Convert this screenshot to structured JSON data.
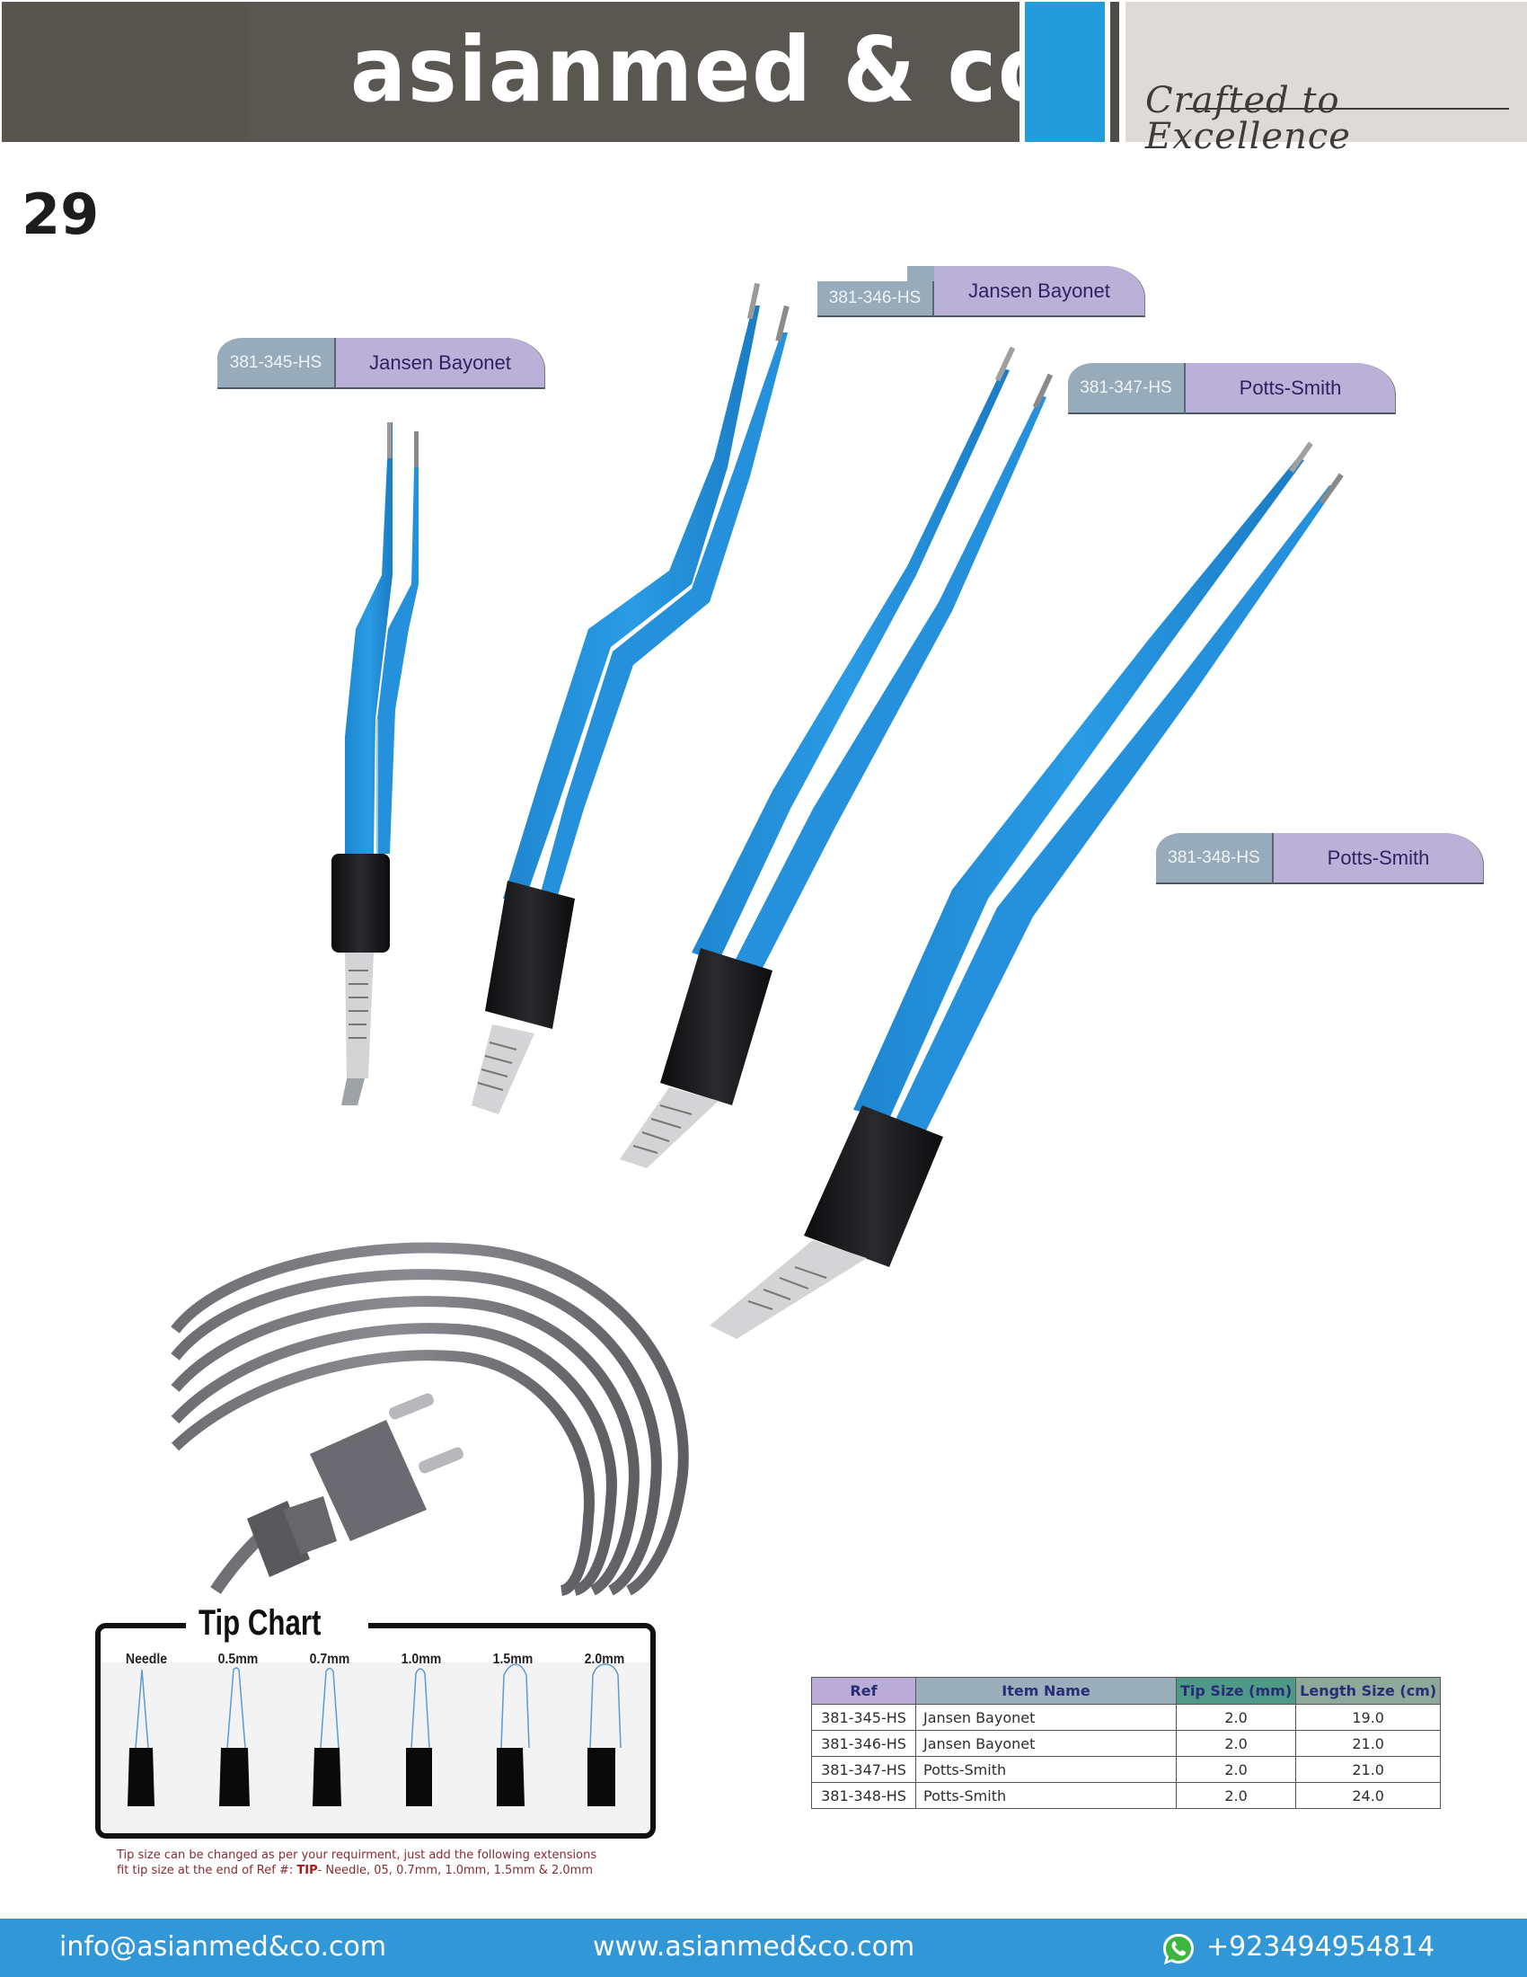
{
  "header": {
    "brand": "asianmed & co",
    "tagline": "Crafted to Excellence",
    "colors": {
      "dark": "#58554f",
      "accent_blue": "#239cdb",
      "light": "#dedad7"
    }
  },
  "page_number": "29",
  "products": [
    {
      "ref": "381-345-HS",
      "name": "Jansen Bayonet"
    },
    {
      "ref": "381-346-HS",
      "name": "Jansen Bayonet"
    },
    {
      "ref": "381-347-HS",
      "name": "Potts-Smith"
    },
    {
      "ref": "381-348-HS",
      "name": "Potts-Smith"
    }
  ],
  "images": {
    "forceps": "bipolar-forceps-blue",
    "cable": "bipolar-cable-grey"
  },
  "tip_chart": {
    "title": "Tip Chart",
    "sizes": [
      "Needle",
      "0.5mm",
      "0.7mm",
      "1.0mm",
      "1.5mm",
      "2.0mm"
    ],
    "note_line1": "Tip size can be changed as per your requirment, just add the following extensions",
    "note_line2_prefix": "fit tip size at the end of Ref #: ",
    "note_line2_bold": "TIP",
    "note_line2_suffix": "- Needle, 05, 0.7mm, 1.0mm, 1.5mm & 2.0mm"
  },
  "spec_table": {
    "headers": [
      "Ref",
      "Item Name",
      "Tip Size (mm)",
      "Length Size (cm)"
    ],
    "rows": [
      [
        "381-345-HS",
        "Jansen Bayonet",
        "2.0",
        "19.0"
      ],
      [
        "381-346-HS",
        "Jansen Bayonet",
        "2.0",
        "21.0"
      ],
      [
        "381-347-HS",
        "Potts-Smith",
        "2.0",
        "21.0"
      ],
      [
        "381-348-HS",
        "Potts-Smith",
        "2.0",
        "24.0"
      ]
    ]
  },
  "footer": {
    "email": "info@asianmed&co.com",
    "website": "www.asianmed&co.com",
    "phone": "+923494954814",
    "phone_icon": "whatsapp-icon"
  }
}
